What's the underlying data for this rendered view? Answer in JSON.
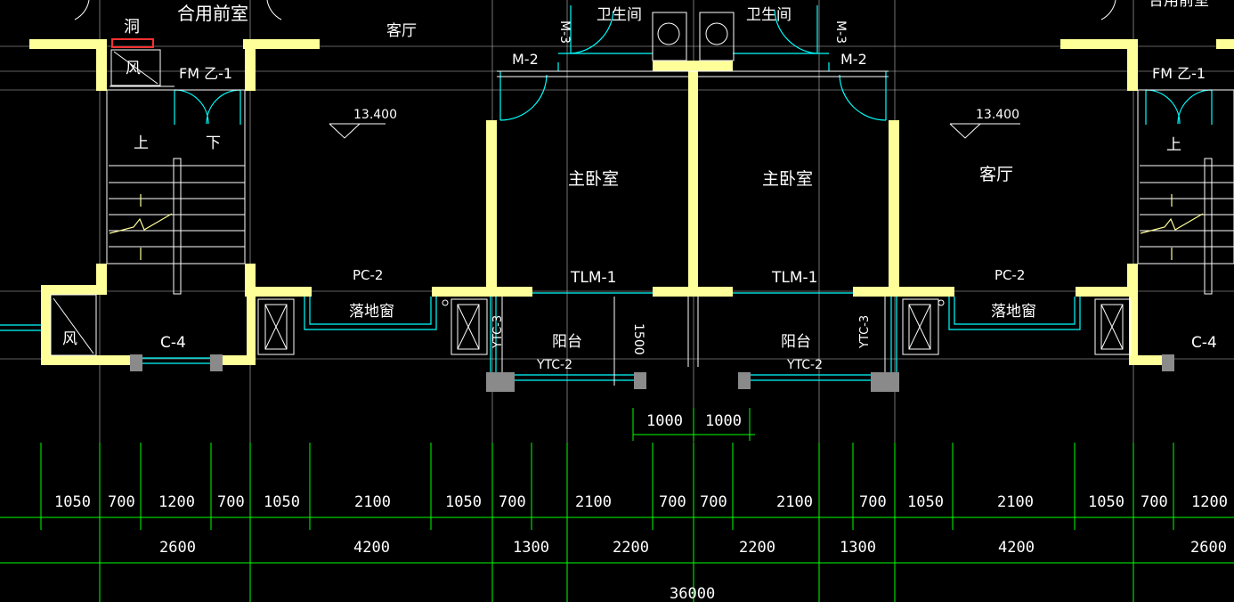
{
  "colors": {
    "background": "#000000",
    "wall": "#ffff99",
    "grid": "#ffffff",
    "dimension_line": "#00ff00",
    "door": "#00ffff",
    "text": "#ffffff",
    "column": "#808080",
    "marker_red": "#ff3030"
  },
  "rooms": {
    "common_anteroom": "合用前室",
    "living_room_top_left": "客厅",
    "bathroom_left": "卫生间",
    "bathroom_right": "卫生间",
    "master_bedroom_left": "主卧室",
    "master_bedroom_right": "主卧室",
    "living_room_right": "客厅",
    "balcony_left": "阳台",
    "balcony_right": "阳台",
    "hole": "洞",
    "wind_left_top": "风",
    "wind_left_bottom": "风",
    "stair_up_left": "上",
    "stair_down_left": "下",
    "stair_up_right": "上",
    "anteroom_right_partial": "合用前室"
  },
  "labels": {
    "fm_left": "FM 乙-1",
    "fm_right": "FM 乙-1",
    "m2_left": "M-2",
    "m2_right": "M-2",
    "m3_left": "M-3",
    "m3_right": "M-3",
    "elevation_left": "13.400",
    "elevation_right": "13.400",
    "pc2_left": "PC-2",
    "pc2_right": "PC-2",
    "floor_window_left": "落地窗",
    "floor_window_right": "落地窗",
    "tlm1_left": "TLM-1",
    "tlm1_right": "TLM-1",
    "c4_left": "C-4",
    "c4_right": "C-4",
    "ytc2_left": "YTC-2",
    "ytc2_right": "YTC-2",
    "ytc3_left": "YTC-3",
    "ytc3_right": "YTC-3",
    "balcony_depth": "1500"
  },
  "dimensions": {
    "balcony_pair": [
      "1000",
      "1000"
    ],
    "row1": [
      "1050",
      "700",
      "1200",
      "700",
      "1050",
      "2100",
      "1050",
      "700",
      "2100",
      "700",
      "700",
      "2100",
      "700",
      "1050",
      "2100",
      "1050",
      "700",
      "1200"
    ],
    "row2": [
      "2600",
      "4200",
      "1300",
      "2200",
      "2200",
      "1300",
      "4200",
      "2600"
    ],
    "total": "36000"
  }
}
